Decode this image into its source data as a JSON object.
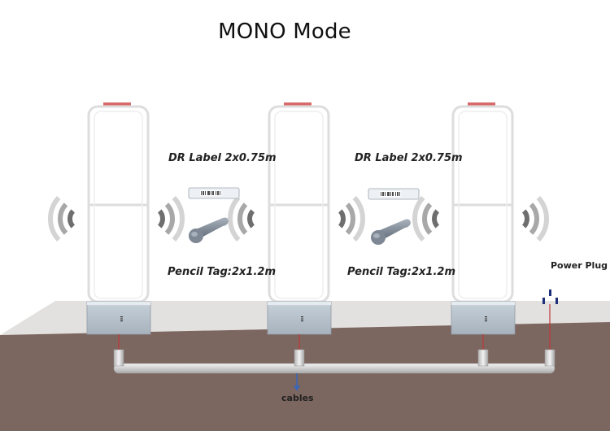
{
  "title": "MONO Mode",
  "label_tag_text": "DR Label 2x0.75m",
  "pencil_tag_text": "Pencil Tag:2x1.2m",
  "power_plug_label": "Power Plug",
  "cables_label": "cables",
  "colors": {
    "floor_top": "#e3e1df",
    "ground": "#7c6660",
    "antenna_outline": "#dddddd",
    "indicator_bar": "#d86a6a",
    "base_box": "#b8c2cc",
    "cable": "#c0393a",
    "arrow": "#3a66b8",
    "wave": "#777777"
  }
}
